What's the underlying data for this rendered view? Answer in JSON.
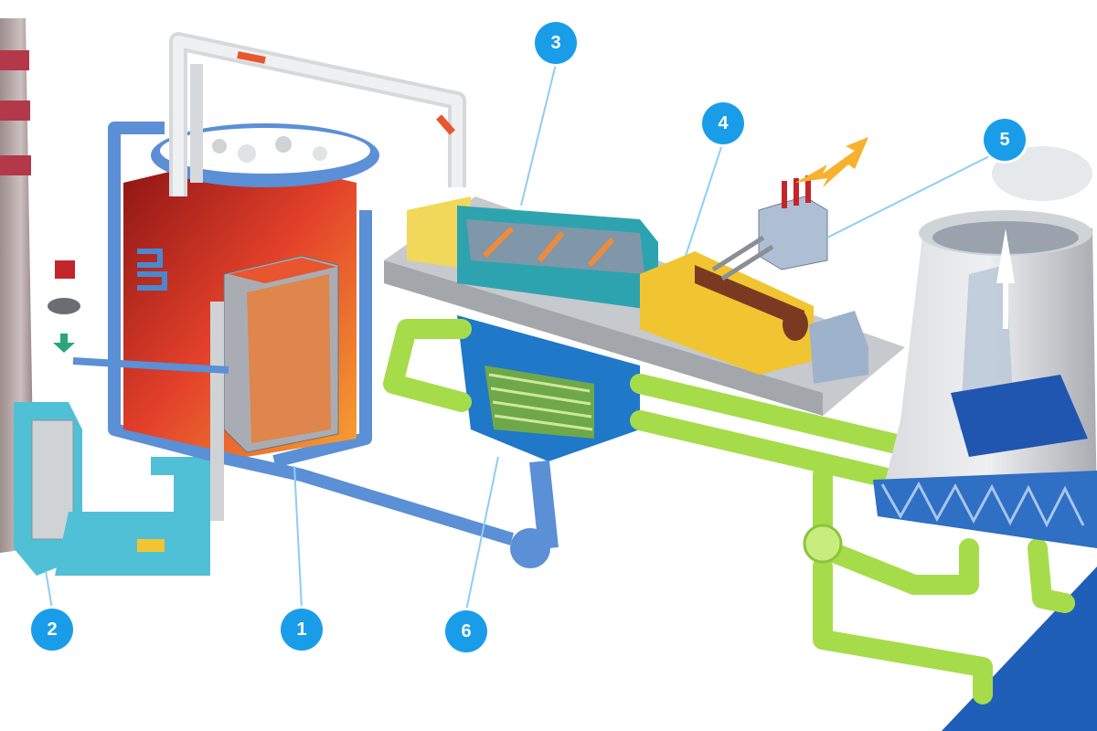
{
  "colors": {
    "callout": "#1a9de8",
    "pipe_blue": "#5b8fd6",
    "pipe_green": "#a6dc4a",
    "boiler_red": "#c4252a",
    "turbine_teal": "#2ea3b0",
    "generator_yellow": "#f1c531",
    "floor_blue": "#1f5fb8"
  },
  "icons": [
    "chimney-stack",
    "boiler",
    "turbine",
    "generator",
    "transformer",
    "cooling-tower",
    "condenser",
    "pump",
    "lightning-bolt",
    "fuel-icons"
  ],
  "callouts": [
    {
      "label": "1"
    },
    {
      "label": "2"
    },
    {
      "label": "3"
    },
    {
      "label": "4"
    },
    {
      "label": "5"
    },
    {
      "label": "6"
    }
  ]
}
